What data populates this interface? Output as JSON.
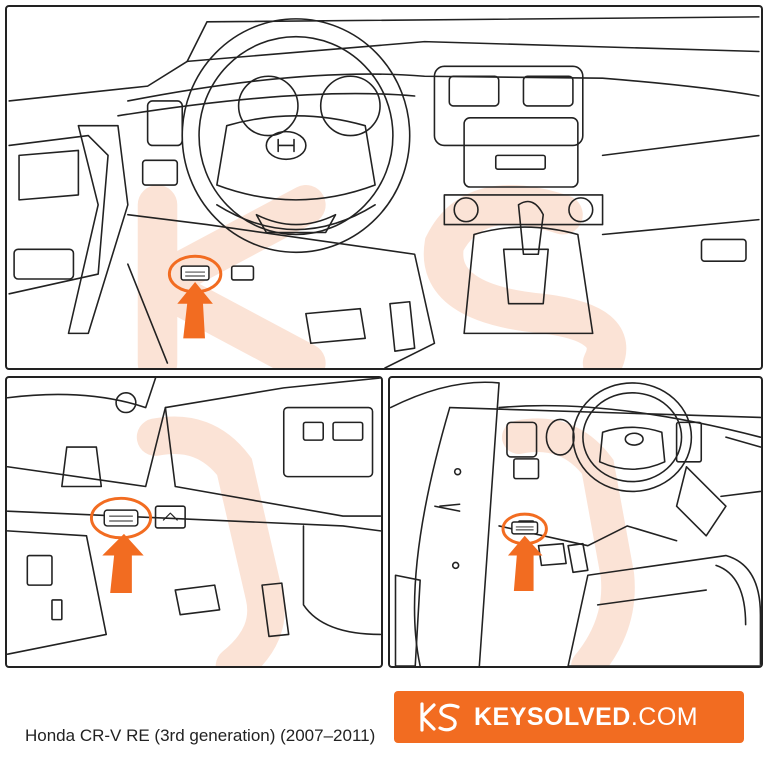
{
  "caption": "Honda CR-V RE (3rd generation) (2007–2011)",
  "brand": {
    "name_strong": "KEYSOLVED",
    "name_light": ".COM"
  },
  "colors": {
    "accent": "#f26c21",
    "line": "#222222",
    "watermark": "#fbe3d6"
  },
  "icons": {
    "logo": "ks-logo-icon",
    "arrow": "up-arrow-icon",
    "port": "obd-port-icon"
  }
}
